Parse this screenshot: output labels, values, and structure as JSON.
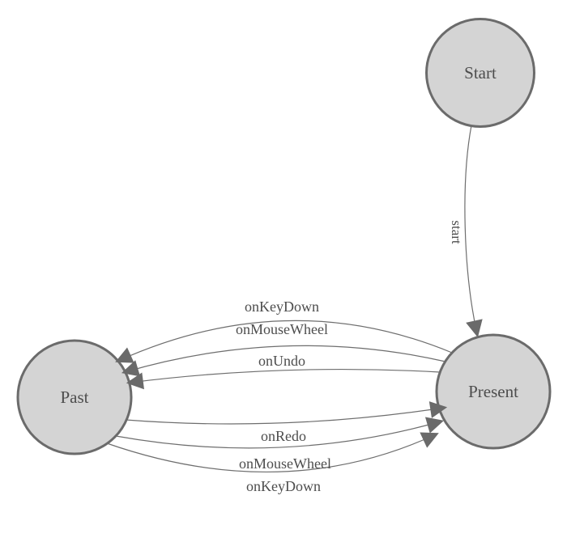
{
  "diagram": {
    "type": "state-machine",
    "nodes": [
      {
        "id": "start",
        "label": "Start"
      },
      {
        "id": "present",
        "label": "Present"
      },
      {
        "id": "past",
        "label": "Past"
      }
    ],
    "edges": [
      {
        "from": "start",
        "to": "present",
        "label": "start"
      },
      {
        "from": "present",
        "to": "past",
        "label": "onKeyDown"
      },
      {
        "from": "present",
        "to": "past",
        "label": "onMouseWheel"
      },
      {
        "from": "present",
        "to": "past",
        "label": "onUndo"
      },
      {
        "from": "past",
        "to": "present",
        "label": "onRedo"
      },
      {
        "from": "past",
        "to": "present",
        "label": "onMouseWheel"
      },
      {
        "from": "past",
        "to": "present",
        "label": "onKeyDown"
      }
    ],
    "colors": {
      "background": "#ffffff",
      "node_fill": "#d4d4d4",
      "node_stroke": "#6b6b6b",
      "edge_stroke": "#6e6e6e",
      "arrowhead_fill": "#6a6a6a",
      "text": "#4d4d4d"
    }
  }
}
